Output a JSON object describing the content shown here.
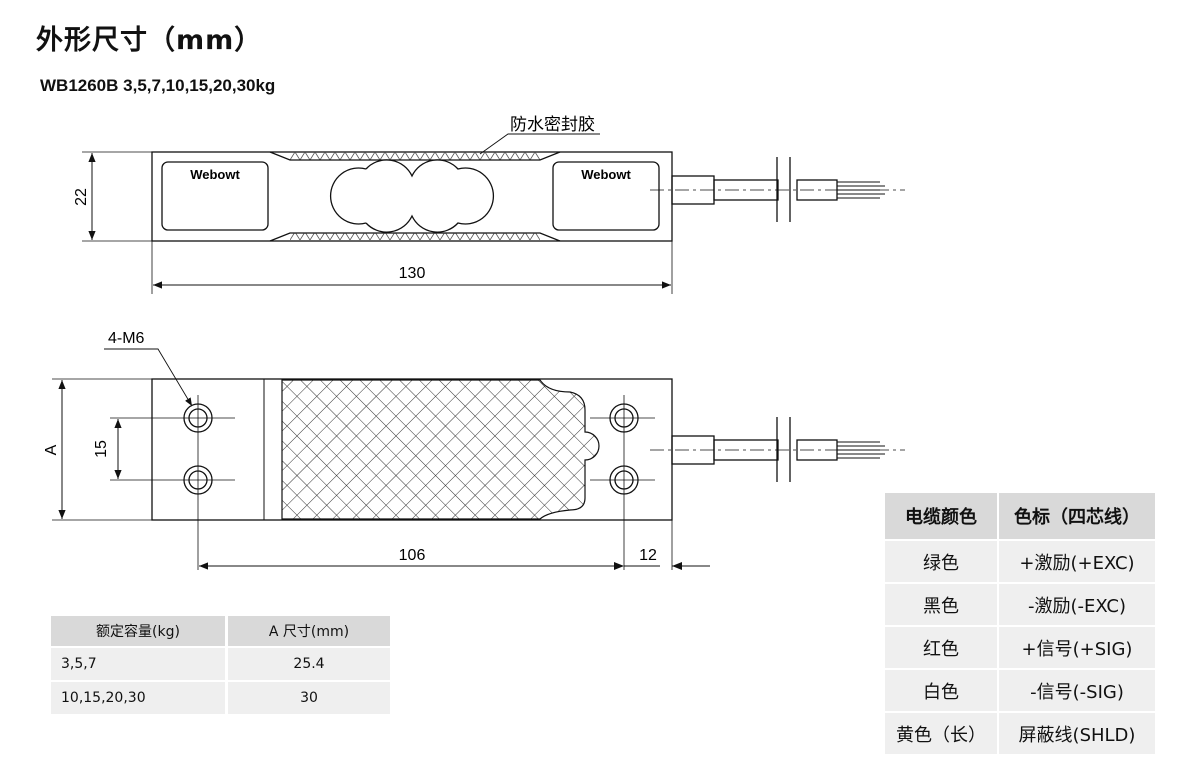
{
  "header": {
    "title": "外形尺寸（mm）",
    "model": "WB1260B 3,5,7,10,15,20,30kg"
  },
  "side_view": {
    "callout_seal": "防水密封胶",
    "brand_left": "Webowt",
    "brand_right": "Webowt",
    "dim_height": "22",
    "dim_length": "130"
  },
  "top_view": {
    "callout_holes": "4-M6",
    "dim_width": "A",
    "dim_hole_spacing": "15",
    "dim_hole_pitch": "106",
    "dim_end_offset": "12"
  },
  "capacity_table": {
    "headers": [
      "额定容量(kg)",
      "A 尺寸(mm)"
    ],
    "rows": [
      [
        "3,5,7",
        "25.4"
      ],
      [
        "10,15,20,30",
        "30"
      ]
    ]
  },
  "wiring_table": {
    "headers": [
      "电缆颜色",
      "色标（四芯线）"
    ],
    "rows": [
      [
        "绿色",
        "+激励(+EXC)"
      ],
      [
        "黑色",
        "-激励(-EXC)"
      ],
      [
        "红色",
        "+信号(+SIG)"
      ],
      [
        "白色",
        "-信号(-SIG)"
      ],
      [
        "黄色（长）",
        "屏蔽线(SHLD)"
      ]
    ]
  }
}
